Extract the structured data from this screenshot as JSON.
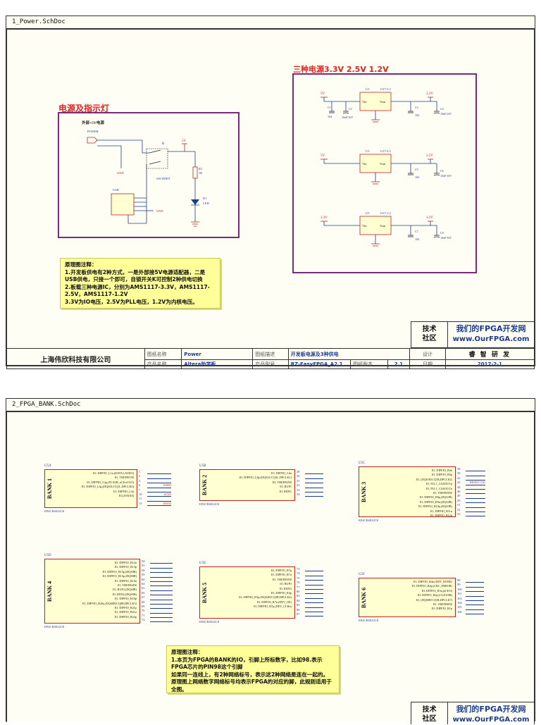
{
  "sheet1": {
    "title": "1_Power.SchDoc",
    "power_box_title": "电源及指示灯",
    "regulator_box_title": "三种电源3.3V 2.5V 1.2V",
    "schematic": {
      "ext_label": "外部+5V电源",
      "power_label": "POWER",
      "usb_label": "USB",
      "switch_label": "K",
      "switch_part": "SW-DPDT",
      "gnd": "GND",
      "v5": "5V",
      "r1": "R1",
      "r1_val": "1K",
      "d1": "D1",
      "led": "LED",
      "regs": [
        {
          "ref": "U3",
          "part": "1117-3.3",
          "vin_net": "5V",
          "vout_net": "3.3V",
          "cin": "C1",
          "cin_val": "104",
          "cin2": "C2",
          "cin2_val": "10uF/16V",
          "cout": "C3",
          "cout_val": "104",
          "cout2": "C4",
          "cout2_val": "10uF/16V"
        },
        {
          "ref": "U3",
          "part": "1117-2.5",
          "vin_net": "5V",
          "vout_net": "2.5V",
          "cout": "C5",
          "cout_val": "104",
          "cout2": "C6",
          "cout2_val": "10uF/16V"
        },
        {
          "ref": "U5",
          "part": "1117-1.2",
          "vin_net": "3.3V",
          "vout_net": "1.2V",
          "cout": "C7",
          "cout_val": "104",
          "cout2": "C8",
          "cout2_val": "10uF/16V"
        }
      ],
      "vin": "Vin",
      "vout": "Vout",
      "gnd_pin": "GND"
    },
    "note": "原理图注释：\n1.开发板供电有2种方式，一是外部接5V电源适配器，二是USB供电，只接一个即可，自锁开关K可控制2种供电切换\n2.板载三种电源IC，分别为AMS1117-3.3V，AMS1117-2.5V，AMS1117-1.2V\n3.3V为IO电压，2.5V为PLL电压，1.2V为内核电压。",
    "brand_key": "技术\n社区",
    "brand_val_1": "我们的FPGA开发网",
    "brand_val_2": "www.OurFPGA.com",
    "titleblock": {
      "company": "上海伟欣科技有限公司",
      "k_name": "图纸名称",
      "v_name": "Power",
      "k_product": "产品名称",
      "v_product": "Altera助学板",
      "k_desc": "图纸描述",
      "v_desc": "开发板电源及3种供电",
      "k_model": "产品型号",
      "v_model": "RZ-EasyFPGA_A2.1",
      "k_ver": "图纸版本",
      "v_ver": "2.1",
      "k_design": "设计",
      "v_design": "睿 智 研 发",
      "k_date": "日期",
      "v_date": "2017-2-1"
    }
  },
  "sheet2": {
    "title": "2_FPGA_BANK.SchDoc",
    "note": "原理图注释：\n1.本页为FPGA的BANK的IO，引脚上所标数字，比如98.表示FPGA芯片的PIN98这个引脚\n如果同一连线上，有2种网络标号，表示这2种网络是连在一起的。\n原理图上网络数字网络标号均表示FPGA的对应的脚，此规则适用于全图。",
    "brand_key": "技术\n社区",
    "brand_val_1": "我们的FPGA开发网",
    "brand_val_2": "www.OurFPGA.com",
    "part": "EP4CE6E22C8",
    "banks": [
      {
        "ref": "U5A",
        "name": "BANK 1",
        "signals": [
          "IO, DIFFIO_L1n,(DATA1,ASDO)",
          "IO, VREFB1N0",
          "IO, DIFFIO_L2p,(FLASH_nCE,nCSO)",
          "IO, DIFFIO_L4p,(DQS0L/CQ1L,DPCLK0)",
          "IO, DIFFIO_L4n",
          "IO,(DATA0)"
        ],
        "pins": [
          "1",
          "2",
          "3",
          "6",
          "7",
          "10",
          "11",
          "13"
        ],
        "nets": [
          "",
          "",
          "",
          "ASDO",
          "",
          "nCSO",
          "",
          "DATA"
        ]
      },
      {
        "ref": "U5B",
        "name": "BANK 2",
        "signals": [
          "IO, DIFFIO_L6n",
          "IO, DIFFIO_L8p,(DQS2L/CQ3L,DPCLK1)",
          "IO, VREFB2N0",
          "IO, RUP1",
          "IO, RDN1"
        ],
        "pins": [
          "28",
          "30",
          "31",
          "32",
          "33",
          "34"
        ],
        "nets": []
      },
      {
        "ref": "U5C",
        "name": "BANK 3",
        "signals": [
          "IO, DIFFIO_B4n",
          "IO, DIFFIO_B5p",
          "IO, (DQS1B/CQ1B,DPCLK2)",
          "IO, PLL1_CLKOUTp",
          "IO, PLL1_CLKOUTn",
          "IO, VREFB3N0",
          "IO, DIFFIO_B8p,(DQS3B)",
          "IO, DIFFIO_B9n,(DQS3B)",
          "IO, DIFFIO_B10p,(DQS3B)",
          "IO, DIFFIO_B11n",
          "IO, DIFFIO_B12p"
        ],
        "pins": [
          "38",
          "39",
          "42",
          "43",
          "44",
          "46",
          "49",
          "50",
          "51",
          "52",
          "53"
        ],
        "nets": [
          "",
          "",
          "",
          "RESET CLK",
          "",
          "",
          "",
          "",
          "",
          "",
          ""
        ]
      },
      {
        "ref": "U5D",
        "name": "BANK 4",
        "signals": [
          "IO, DIFFIO_B12n",
          "IO, DIFFIO_B13p",
          "IO, DIFFIO_B15p,(DQS0B)",
          "IO, DIFFIO_B16p,(DQS0B)",
          "IO, DIFFIO_B16n",
          "IO, VREFB4N0",
          "IO, RUP2,(DQS0B)",
          "IO, RDN2,(DQS0B)",
          "IO, DIFFIO_B18p",
          "IO, DIFFIO_B20n,(DQS0B/CQ0B,DPCLK3)",
          "IO, DIFFIO_B21p",
          "IO, DIFFIO_B21n",
          "IO, DIFFIO_B22p"
        ],
        "pins": [
          "54",
          "55",
          "58",
          "59",
          "60",
          "64",
          "65",
          "66",
          "67",
          "68",
          "69",
          "70",
          "71",
          "72"
        ],
        "nets": []
      },
      {
        "ref": "U5E",
        "name": "BANK 5",
        "signals": [
          "IO, DIFFIO_R7p",
          "IO, DIFFIO_R7n",
          "IO, VREFB5N0",
          "IO, RUP3",
          "IO, RDN3",
          "IO, DIFFIO_R4p",
          "IO, DIFFIO_R3p,(DQS2R/CQ3R,DPCLK4)",
          "IO, DIFFIO_R7n,(DEV_OE)",
          "IO, DIFFIO_R7p,(DEV_CLRn)"
        ],
        "pins": [
          "73",
          "74",
          "75",
          "76",
          "77",
          "80",
          "83",
          "84",
          "85",
          "86",
          "87"
        ],
        "nets": []
      },
      {
        "ref": "U5F",
        "name": "BANK 6",
        "signals": [
          "IO, DIFFIO_R4n,(INIT_DONE)",
          "IO, DIFFIO_R4p,(CRC_ERROR)",
          "IO, DIFFIO_R3n,(nCEO)",
          "IO, DIFFIO_R2p,(CLKUSR)",
          "IO, (DQS0R/CQ1R,DPCLK7)",
          "IO, VREFB6N0",
          "IO, DIFFIO_R1p"
        ],
        "pins": [
          "98",
          "99",
          "100",
          "101",
          "103",
          "104",
          "105",
          "106"
        ],
        "nets": []
      }
    ]
  }
}
